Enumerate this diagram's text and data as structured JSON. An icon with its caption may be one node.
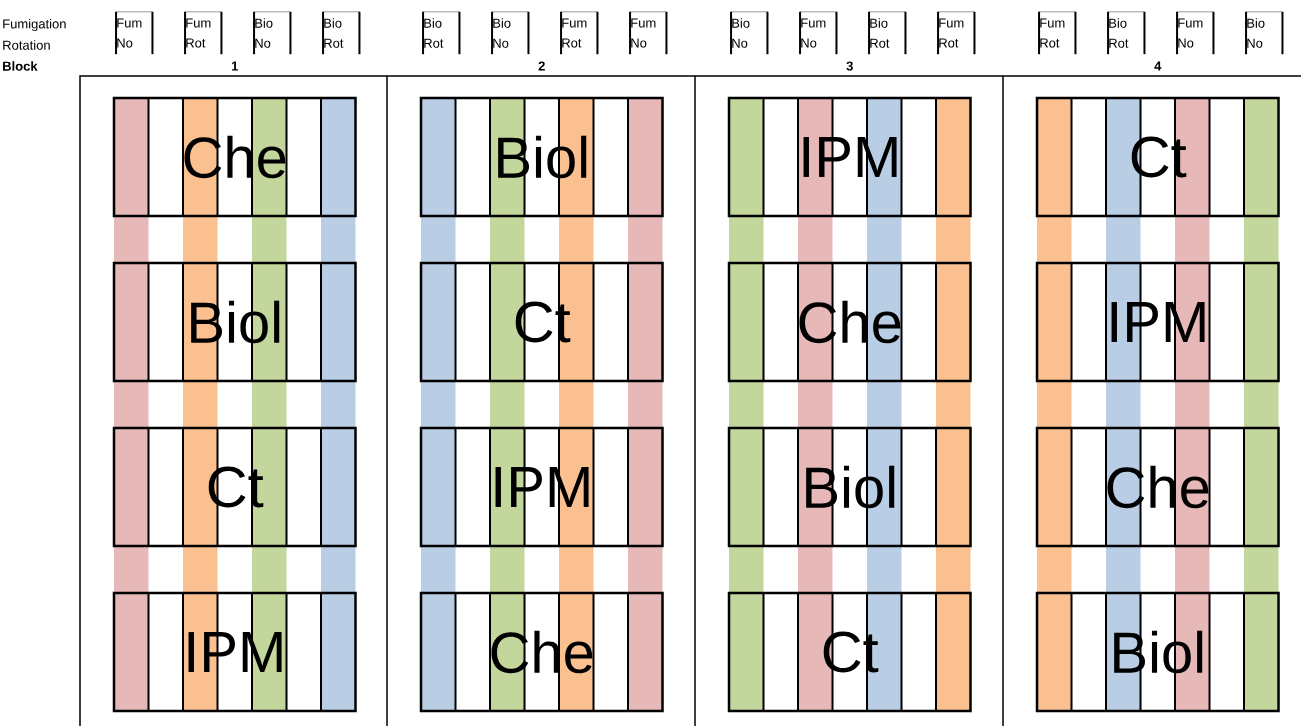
{
  "diagram": {
    "nodes": [
      {
        "text": [
          "Fum",
          "No"
        ]
      },
      {
        "text": [
          "Fum",
          "Rot"
        ]
      },
      {
        "text": [
          "Bio",
          "No"
        ]
      },
      {
        "text": [
          "Bio",
          "Rot"
        ]
      },
      {
        "text": [
          "Bio",
          "Rot"
        ]
      },
      {
        "text": [
          "Bio",
          "No"
        ]
      },
      {
        "text": [
          "Fum",
          "Rot"
        ]
      },
      {
        "text": [
          "Fum",
          "No"
        ]
      },
      {
        "text": [
          "Bio",
          "No"
        ]
      },
      {
        "text": [
          "Fum",
          "No"
        ]
      },
      {
        "text": [
          "Bio",
          "Rot"
        ]
      },
      {
        "text": [
          "Fum",
          "Rot"
        ]
      },
      {
        "text": [
          "Fum",
          "Rot"
        ]
      },
      {
        "text": [
          "Bio",
          "Rot"
        ]
      },
      {
        "text": [
          "Fum",
          "No"
        ]
      },
      {
        "text": [
          "Bio",
          "No"
        ]
      },
      {
        "text": [
          "1"
        ]
      },
      {
        "text": [
          "Che"
        ],
        "in": 16
      },
      {
        "text": [
          "Biol"
        ],
        "in": 16
      },
      {
        "text": [
          "Ct"
        ],
        "in": 16
      },
      {
        "text": [
          "IPM"
        ],
        "in": 16
      },
      {
        "text": [
          "2"
        ]
      },
      {
        "text": [
          "Biol"
        ],
        "in": 21
      },
      {
        "text": [
          "Ct"
        ],
        "in": 21
      },
      {
        "text": [
          "IPM"
        ],
        "in": 21
      },
      {
        "text": [
          "Che"
        ],
        "in": 21
      },
      {
        "text": [
          "3"
        ]
      },
      {
        "text": [
          "IPM"
        ],
        "in": 26
      },
      {
        "text": [
          "Che"
        ],
        "in": 26
      },
      {
        "text": [
          "Biol"
        ],
        "in": 26
      },
      {
        "text": [
          "Ct"
        ],
        "in": 26
      },
      {
        "text": [
          "4"
        ]
      },
      {
        "text": [
          "Ct"
        ],
        "in": 31
      },
      {
        "text": [
          "IPM"
        ],
        "in": 31
      },
      {
        "text": [
          "Che"
        ],
        "in": 31
      },
      {
        "text": [
          "Biol"
        ],
        "in": 31
      }
    ],
    "labels": [
      "Fumigation",
      "Rotation",
      "Block"
    ]
  }
}
